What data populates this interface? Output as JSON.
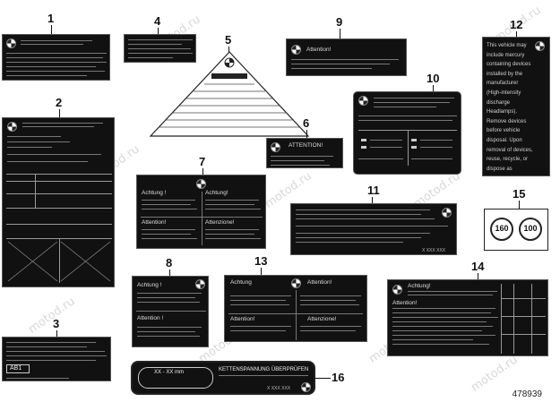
{
  "watermark": "motod.ru",
  "reference_number": "478939",
  "callouts": [
    "1",
    "2",
    "3",
    "4",
    "5",
    "6",
    "7",
    "8",
    "9",
    "10",
    "11",
    "12",
    "13",
    "14",
    "15",
    "16"
  ],
  "labels": {
    "l7": {
      "q1": "Achtung !",
      "q2": "Achtung!",
      "q3": "Attention!",
      "q4": "Attenzione!"
    },
    "l8": {
      "q1": "Achtung !",
      "q2": "Attention !"
    },
    "l9": {
      "title": "Attention!"
    },
    "l6": {
      "title": "ATTENTION!"
    },
    "l13": {
      "q1": "Achtung",
      "q2": "Attention!",
      "q3": "Attention!",
      "q4": "Attenzione!"
    },
    "l14": {
      "t1": "Achtung!",
      "t2": "Attention!"
    },
    "l3": {
      "code": "AB1"
    },
    "l15": {
      "v1": "160",
      "v2": "100"
    },
    "l16": {
      "left": "XX - XX mm",
      "right": "KETTENSPANNUNG ÜBERPRÜFEN",
      "code": "X XXX XXX"
    },
    "l11": {
      "code": "X XXX XXX"
    },
    "l12": {
      "text": "This vehicle may include mercury containing devices installed by the manufacturer (High-intensity discharge Headlamps). Remove devices before vehicle disposal. Upon removal of devices, reuse, recycle, or dispose as hazardous waste."
    }
  }
}
